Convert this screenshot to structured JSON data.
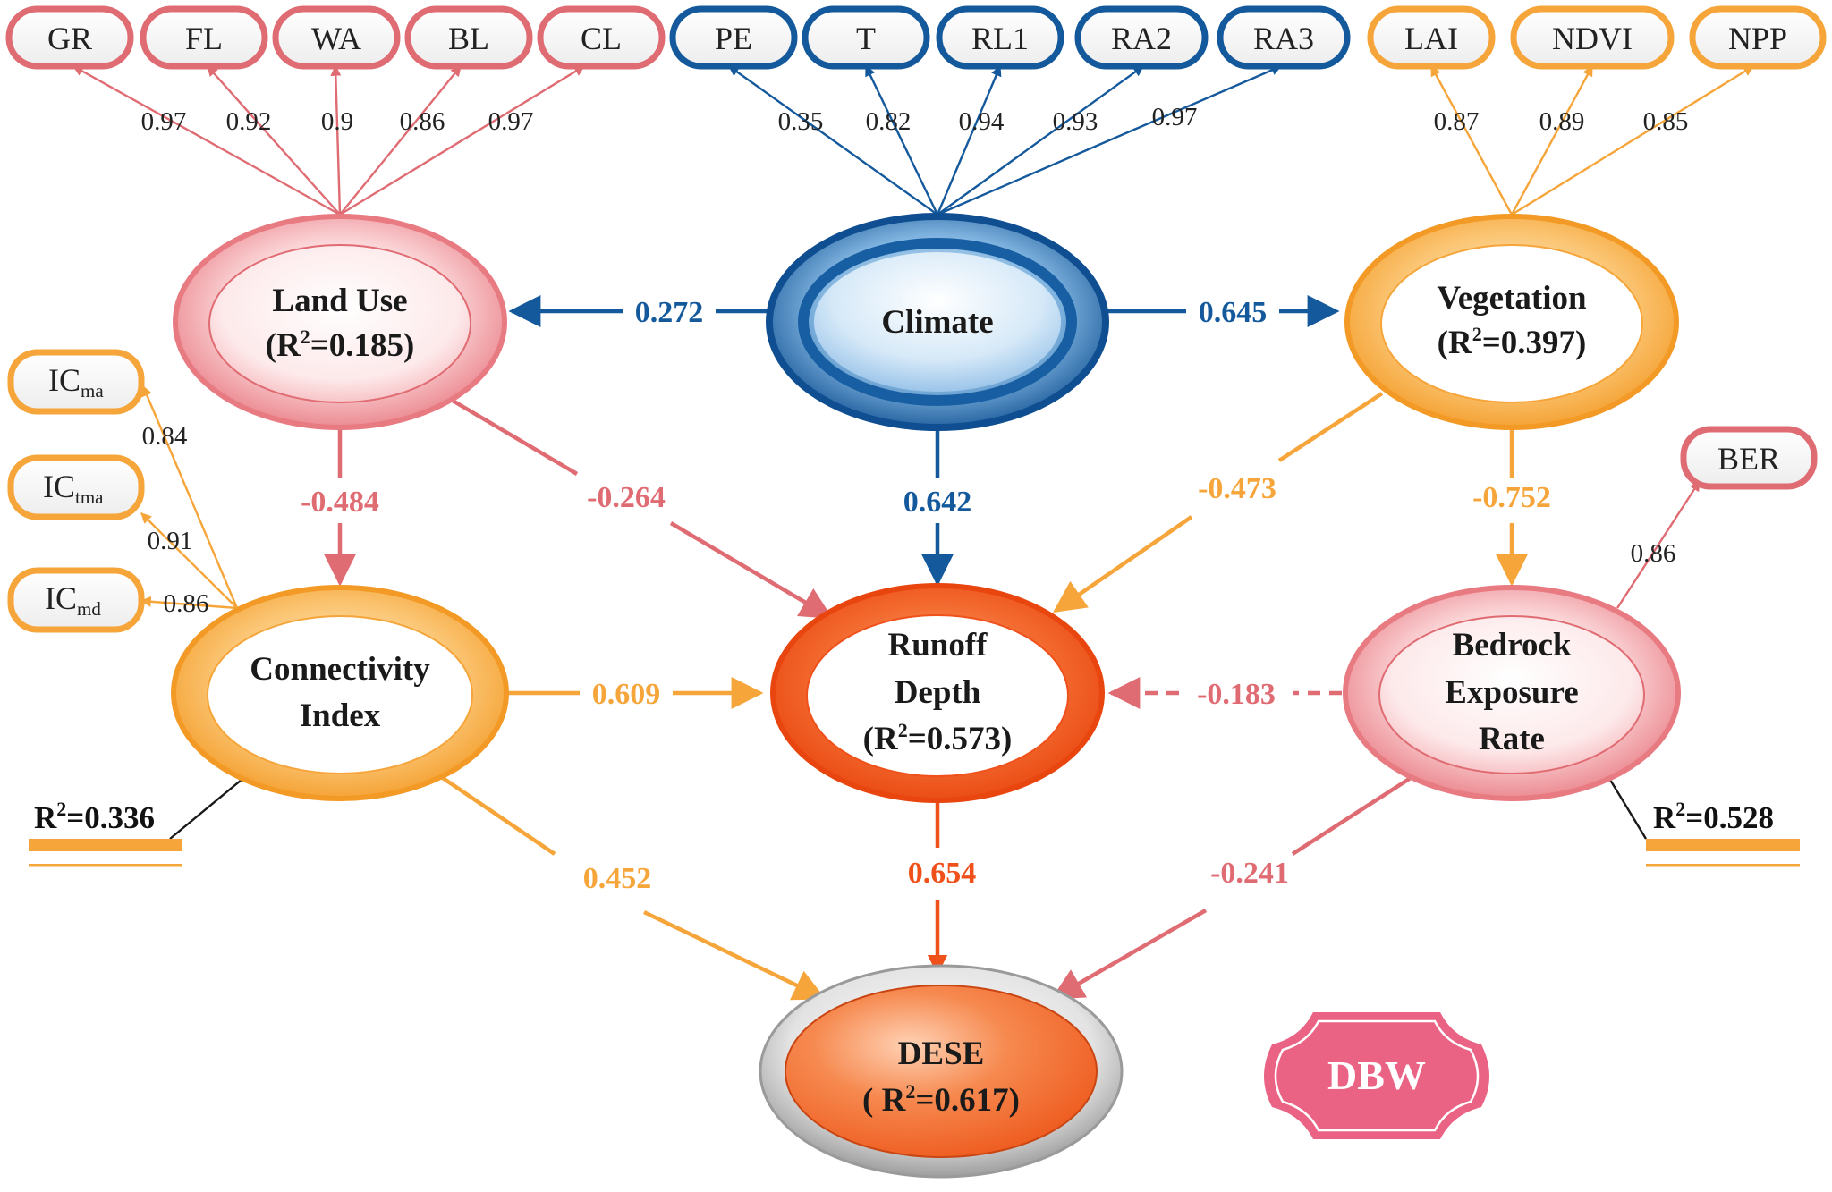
{
  "colors": {
    "red": "#e06c73",
    "blue": "#14599c",
    "orange": "#f6a53a",
    "runoff": "#f0501a",
    "pinkBadge": "#ea6384"
  },
  "indicators": {
    "land_use": [
      {
        "label": "GR",
        "loading": "0.97"
      },
      {
        "label": "FL",
        "loading": "0.92"
      },
      {
        "label": "WA",
        "loading": "0.9"
      },
      {
        "label": "BL",
        "loading": "0.86"
      },
      {
        "label": "CL",
        "loading": "0.97"
      }
    ],
    "climate": [
      {
        "label": "PE",
        "loading": "0.35"
      },
      {
        "label": "T",
        "loading": "0.82"
      },
      {
        "label": "RL1",
        "loading": "0.94"
      },
      {
        "label": "RA2",
        "loading": "0.93"
      },
      {
        "label": "RA3",
        "loading": "0.97"
      }
    ],
    "vegetation": [
      {
        "label": "LAI",
        "loading": "0.87"
      },
      {
        "label": "NDVI",
        "loading": "0.89"
      },
      {
        "label": "NPP",
        "loading": "0.85"
      }
    ],
    "connectivity": [
      {
        "base": "IC",
        "sub": "ma",
        "loading": "0.84"
      },
      {
        "base": "IC",
        "sub": "tma",
        "loading": "0.91"
      },
      {
        "base": "IC",
        "sub": "md",
        "loading": "0.86"
      }
    ],
    "bedrock": {
      "label": "BER",
      "loading": "0.86"
    }
  },
  "nodes": {
    "land_use": {
      "line1": "Land Use",
      "r2_prefix": "(R",
      "r2_sup": "2",
      "r2_value": "=0.185)"
    },
    "climate": {
      "line1": "Climate"
    },
    "vegetation": {
      "line1": "Vegetation",
      "r2_prefix": "(R",
      "r2_sup": "2",
      "r2_value": "=0.397)"
    },
    "connectivity": {
      "line1": "Connectivity",
      "line2": "Index"
    },
    "runoff": {
      "line1": "Runoff",
      "line2": "Depth",
      "r2_prefix": "(R",
      "r2_sup": "2",
      "r2_value": "=0.573)"
    },
    "bedrock": {
      "line1": "Bedrock",
      "line2": "Exposure",
      "line3": "Rate"
    },
    "dese": {
      "line1": "DESE",
      "r2_prefix": "( R",
      "r2_sup": "2",
      "r2_value": "=0.617)"
    }
  },
  "r2_labels": {
    "connectivity": {
      "prefix": "R",
      "sup": "2",
      "value": "=0.336"
    },
    "bedrock": {
      "prefix": "R",
      "sup": "2",
      "value": "=0.528"
    }
  },
  "paths": {
    "climate_to_landuse": "0.272",
    "climate_to_vegetation": "0.645",
    "climate_to_runoff": "0.642",
    "landuse_to_connectivity": "-0.484",
    "landuse_to_runoff": "-0.264",
    "vegetation_to_runoff": "-0.473",
    "vegetation_to_bedrock": "-0.752",
    "connectivity_to_runoff": "0.609",
    "bedrock_to_runoff": "-0.183",
    "connectivity_to_dese": "0.452",
    "runoff_to_dese": "0.654",
    "bedrock_to_dese": "-0.241"
  },
  "badge": {
    "label": "DBW"
  }
}
